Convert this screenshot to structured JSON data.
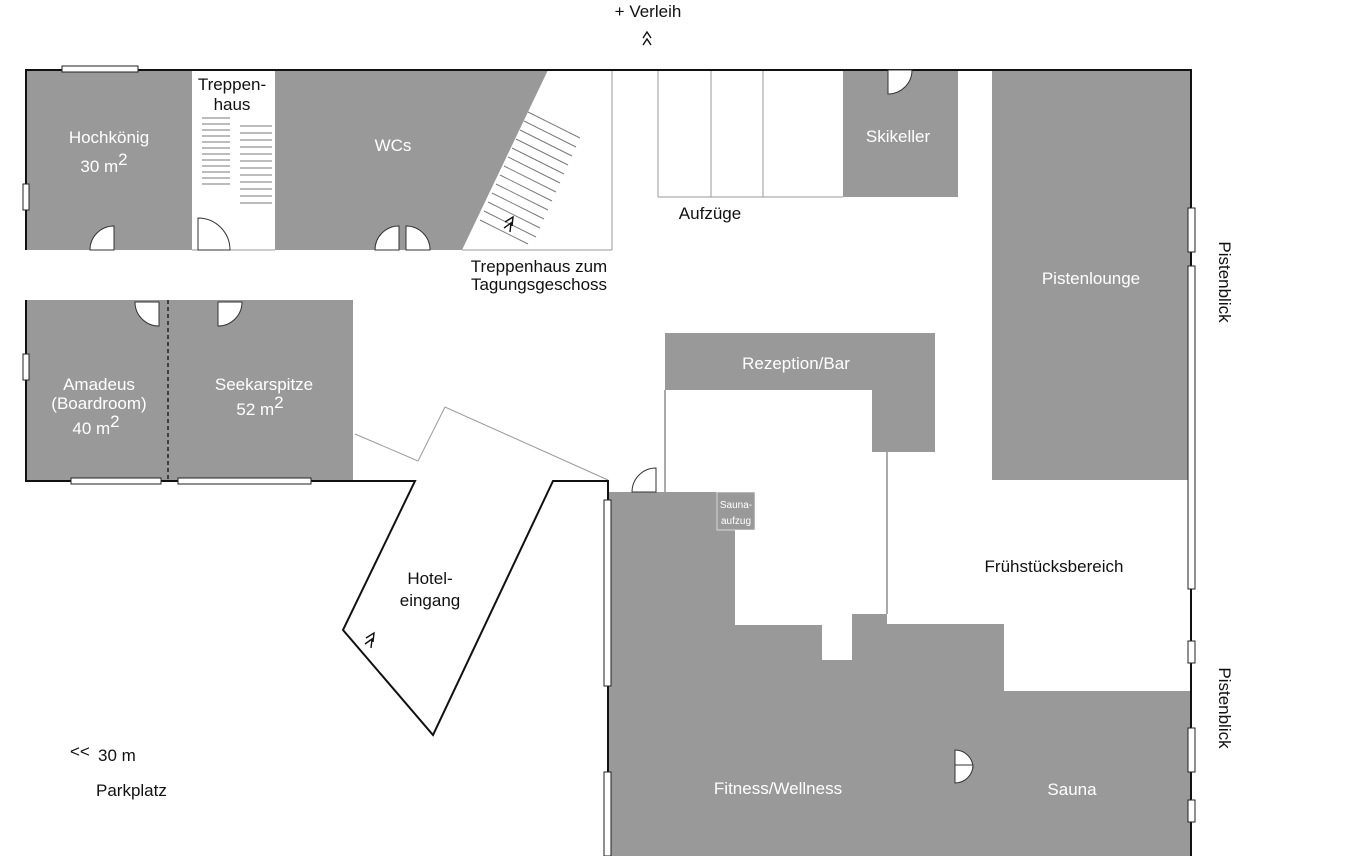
{
  "rooms": {
    "hochkoenig": {
      "name": "Hochkönig",
      "area": "30 m",
      "area_sup": "2"
    },
    "wcs": {
      "name": "WCs"
    },
    "skikeller": {
      "name": "Skikeller"
    },
    "pistenlounge": {
      "name": "Pistenlounge"
    },
    "amadeus": {
      "name": "Amadeus",
      "subtitle": "(Boardroom)",
      "area": "40 m",
      "area_sup": "2"
    },
    "seekarspitze": {
      "name": "Seekarspitze",
      "area": "52 m",
      "area_sup": "2"
    },
    "rezeption": {
      "name": "Rezeption/Bar"
    },
    "fitness": {
      "name": "Fitness/Wellness"
    },
    "sauna": {
      "name": "Sauna"
    },
    "sauna_lift": {
      "line1": "Sauna-",
      "line2": "aufzug"
    }
  },
  "labels": {
    "top_partial": "+ Verleih",
    "treppenhaus": [
      "Treppen-",
      "haus"
    ],
    "aufzuege": "Aufzüge",
    "treppenhaus_tagung": [
      "Treppenhaus zum",
      "Tagungsgeschoss"
    ],
    "hoteleingang": [
      "Hotel-",
      "eingang"
    ],
    "fruehstueck": "Frühstücksbereich",
    "pistenblick_top": "Pistenblick",
    "pistenblick_bottom": "Pistenblick",
    "distance": "30 m",
    "distance_arrow": "<<",
    "parkplatz": "Parkplatz"
  },
  "colors": {
    "room_fill": "#999999",
    "wall": "#111111",
    "label_light": "#ffffff",
    "label_dark": "#111111"
  }
}
